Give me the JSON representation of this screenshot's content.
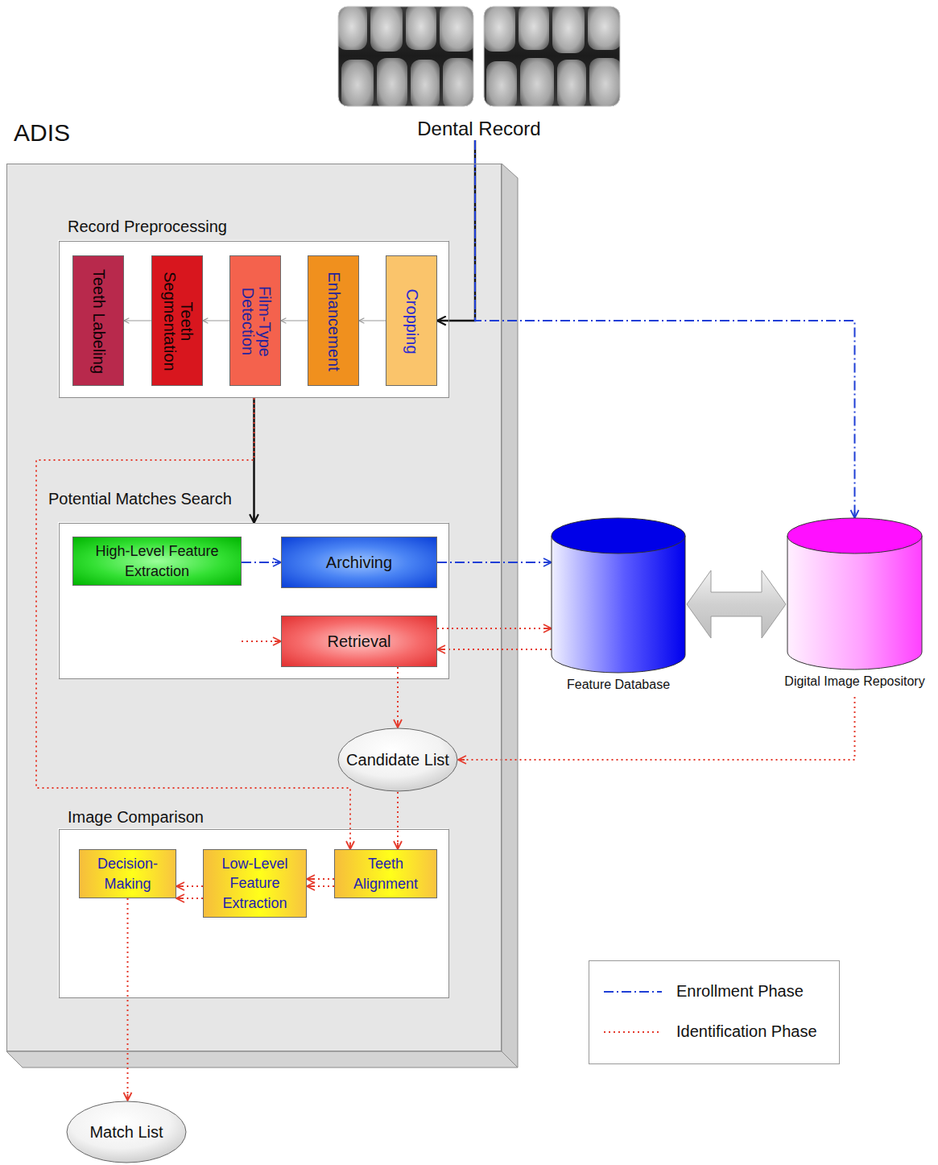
{
  "diagram": {
    "nodes": [
      {
        "text": [
          "Dental Record"
        ]
      },
      {
        "text": [
          "ADIS"
        ]
      },
      {
        "text": [
          "Record Preprocessing"
        ],
        "in": 1
      },
      {
        "text": [
          "Cropping"
        ],
        "in": 2
      },
      {
        "text": [
          "Enhancement"
        ],
        "in": 2
      },
      {
        "text": [
          "Film-Type Detection"
        ],
        "in": 2
      },
      {
        "text": [
          "Teeth Segmentation"
        ],
        "in": 2
      },
      {
        "text": [
          "Teeth Labeling"
        ],
        "in": 2
      },
      {
        "text": [
          "Potential Matches Search"
        ],
        "in": 1
      },
      {
        "text": [
          "High-Level Feature Extraction"
        ],
        "in": 8
      },
      {
        "text": [
          "Archiving"
        ],
        "in": 8
      },
      {
        "text": [
          "Retrieval"
        ],
        "in": 8
      },
      {
        "text": [
          "Feature Database"
        ]
      },
      {
        "text": [
          "Digital Image Repository"
        ]
      },
      {
        "text": [
          "Candidate List"
        ],
        "in": 1
      },
      {
        "text": [
          "Image Comparison"
        ],
        "in": 1
      },
      {
        "text": [
          "Decision-Making"
        ],
        "in": 15
      },
      {
        "text": [
          "Low-Level Feature Extraction"
        ],
        "in": 15
      },
      {
        "text": [
          "Teeth Alignment"
        ],
        "in": 15
      },
      {
        "text": [
          "Match List"
        ]
      }
    ],
    "edges": [
      {
        "from": 0,
        "to": 3,
        "arrow": "to"
      },
      {
        "from": 0,
        "to": 13,
        "arrow": "to"
      },
      {
        "from": 3,
        "to": 4,
        "arrow": "to"
      },
      {
        "from": 4,
        "to": 5,
        "arrow": "to"
      },
      {
        "from": 5,
        "to": 6,
        "arrow": "to"
      },
      {
        "from": 6,
        "to": 7,
        "arrow": "to"
      },
      {
        "from": 2,
        "to": 8,
        "arrow": "to"
      },
      {
        "from": 2,
        "to": 18,
        "arrow": "to"
      },
      {
        "from": 9,
        "to": 10,
        "arrow": "to"
      },
      {
        "from": 10,
        "to": 12,
        "arrow": "to"
      },
      {
        "from": 9,
        "to": 11,
        "arrow": "to"
      },
      {
        "from": 11,
        "to": 12,
        "arrow": "to"
      },
      {
        "from": 12,
        "to": 11,
        "arrow": "to"
      },
      {
        "from": 12,
        "to": 13,
        "arrow": "both"
      },
      {
        "from": 11,
        "to": 14,
        "arrow": "to"
      },
      {
        "from": 13,
        "to": 14,
        "arrow": "to"
      },
      {
        "from": 14,
        "to": 18,
        "arrow": "to"
      },
      {
        "from": 18,
        "to": 17,
        "arrow": "to"
      },
      {
        "from": 18,
        "to": 17,
        "arrow": "to"
      },
      {
        "from": 17,
        "to": 16,
        "arrow": "to"
      },
      {
        "from": 17,
        "to": 16,
        "arrow": "to"
      },
      {
        "from": 16,
        "to": 19,
        "arrow": "to"
      }
    ],
    "legend": [
      {
        "text": "Enrollment Phase"
      },
      {
        "text": "Identification Phase"
      }
    ]
  }
}
